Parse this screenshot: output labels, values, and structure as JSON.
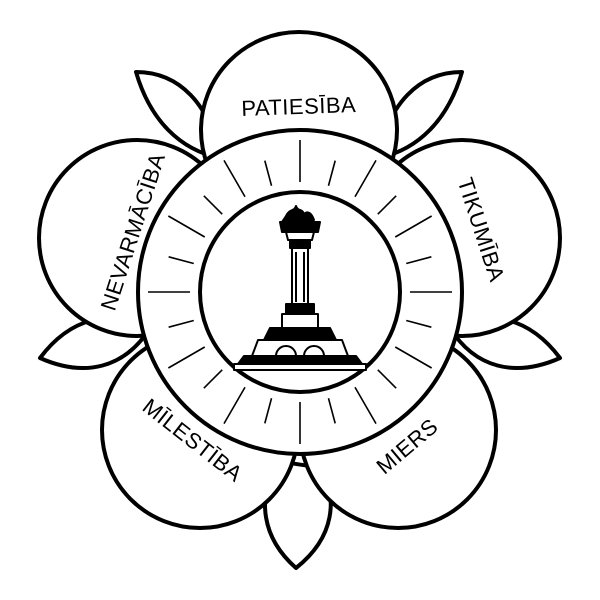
{
  "emblem": {
    "colors": {
      "ink": "#000000",
      "paper": "#ffffff"
    },
    "center_icon": "pillar-monument-icon",
    "petals": [
      {
        "id": "top",
        "label": "PATIESĪBA"
      },
      {
        "id": "right",
        "label": "TIKUMĪBA"
      },
      {
        "id": "bottom-right",
        "label": "MIERS"
      },
      {
        "id": "bottom-left",
        "label": "MĪLESTĪBA"
      },
      {
        "id": "left",
        "label": "NEVARMĀCĪBA"
      }
    ]
  }
}
